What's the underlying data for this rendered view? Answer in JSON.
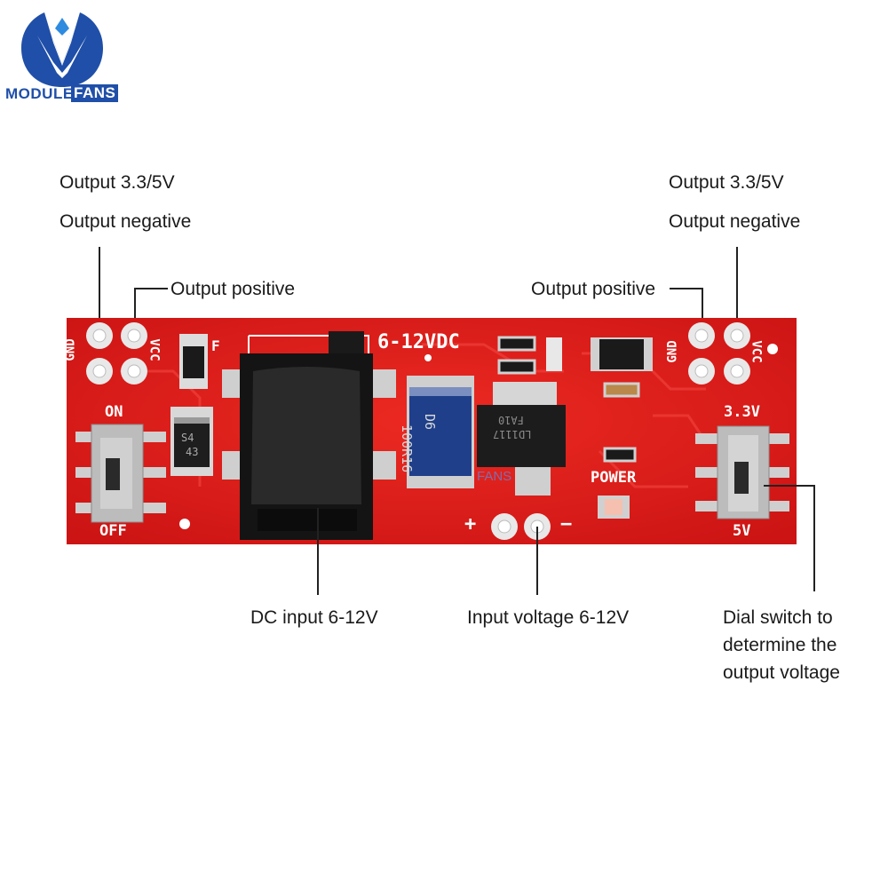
{
  "logo": {
    "brand_left": "MODULE",
    "brand_right": "FANS",
    "colors": {
      "primary": "#1f4fa8",
      "accent": "#2f8be0"
    }
  },
  "callouts": {
    "left": {
      "output_voltage": "Output 3.3/5V",
      "output_negative": "Output negative",
      "output_positive": "Output positive"
    },
    "right": {
      "output_voltage": "Output 3.3/5V",
      "output_negative": "Output negative",
      "output_positive": "Output positive"
    },
    "bottom": {
      "dc_input": "DC input 6-12V",
      "input_voltage": "Input voltage 6-12V",
      "dial_switch": [
        "Dial switch to",
        "determine the",
        "output voltage"
      ]
    }
  },
  "board": {
    "color": "#e01e1e",
    "silkscreen": {
      "voltage_range": "6-12VDC",
      "gnd_left": "GND",
      "vcc_left": "VCC",
      "gnd_right": "GND",
      "vcc_right": "VCC",
      "on": "ON",
      "off": "OFF",
      "v33": "3.3V",
      "v5": "5V",
      "power": "POWER",
      "plus": "+",
      "minus": "−",
      "fuse": "F"
    },
    "components": {
      "diode_marking": [
        "S4",
        "43"
      ],
      "rectifier_marking": [
        "100R16",
        "D6"
      ],
      "regulator_marking": [
        "LD1117",
        "FA10"
      ],
      "watermark": "FANS"
    }
  }
}
